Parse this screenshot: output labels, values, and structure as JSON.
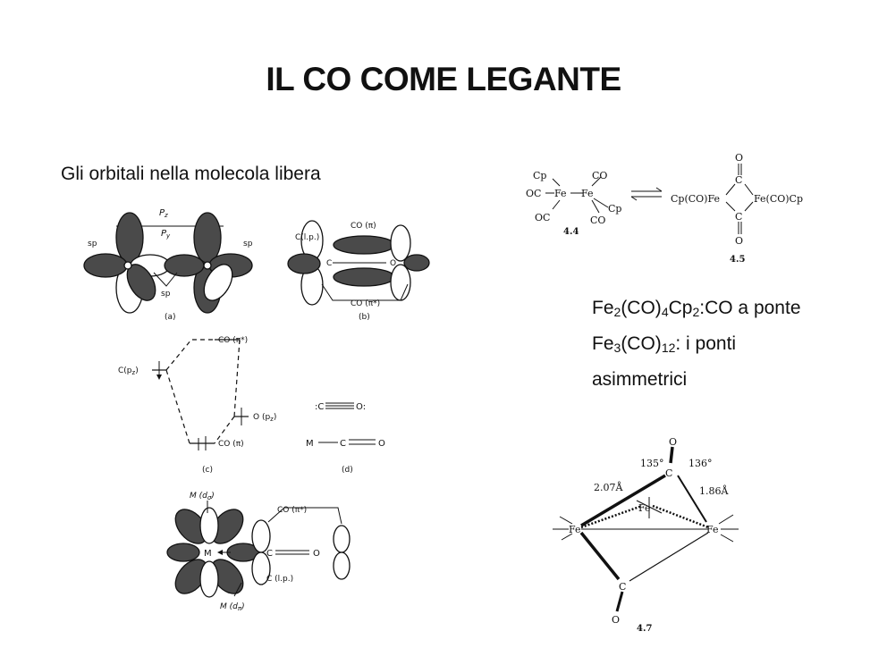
{
  "slide": {
    "title": "IL CO COME LEGANTE",
    "subtitle": "Gli orbitali nella molecola libera",
    "right_text": {
      "line1": {
        "p1": "Fe",
        "s1": "2",
        "p2": "(CO)",
        "s2": "4",
        "p3": "Cp",
        "s3": "2",
        "p4": ":CO a ponte"
      },
      "line2": {
        "p1": "Fe",
        "s1": "3",
        "p2": "(CO)",
        "s2": "12",
        "p3": ": i ponti asimmetrici"
      }
    }
  },
  "figures": {
    "a": {
      "caption": "(a)",
      "pz": "P",
      "pz_sub": "z",
      "py": "P",
      "py_sub": "y",
      "sp_left": "sp",
      "sp_right": "sp",
      "sp_bottom": "sp"
    },
    "b": {
      "caption": "(b)",
      "clp": "C(l.p.)",
      "co_pi": "CO (π)",
      "co_pi_star": "CO (π*)",
      "c": "C",
      "o": "O"
    },
    "c": {
      "caption": "(c)",
      "co_pi_star": "CO (π*)",
      "c_pz": "C(p",
      "c_pz_sub": "z",
      "c_pz_end": ")",
      "o_pz": "O (p",
      "o_pz_sub": "z",
      "o_pz_end": ")",
      "co_pi": "CO (π)"
    },
    "d": {
      "caption": "(d)",
      "row1": ":C≡O:",
      "m": "M",
      "c": "C",
      "o": "O"
    },
    "e": {
      "m_dsigma": "M (d",
      "m_dsigma_sub": "σ",
      "m_dsigma_end": ")",
      "co_pi_star": "CO (π*)",
      "m": "M",
      "c": "C",
      "o": "O",
      "clp": "C (l.p.)",
      "m_dpi": "M (d",
      "m_dpi_sub": "π",
      "m_dpi_end": ")"
    },
    "fe2": {
      "cp1": "Cp",
      "co1": "CO",
      "oc1": "OC",
      "fe1": "Fe",
      "fe2": "Fe",
      "cp2": "Cp",
      "oc2": "OC",
      "co2": "CO",
      "label1": "4.4",
      "bridged": "Cp(CO)Fe",
      "bridged_right": "Fe(CO)Cp",
      "o_top": "O",
      "c_top": "C",
      "c_bot": "C",
      "o_bot": "O",
      "label2": "4.5"
    },
    "fe3": {
      "o_top": "O",
      "a135": "135°",
      "a136": "136°",
      "c_top": "C",
      "d207": "2.07Å",
      "d186": "1.86Å",
      "fe_mid": "Fe",
      "fe_left": "Fe",
      "fe_right": "Fe",
      "c_bot": "C",
      "o_bot": "O",
      "label": "4.7"
    }
  }
}
